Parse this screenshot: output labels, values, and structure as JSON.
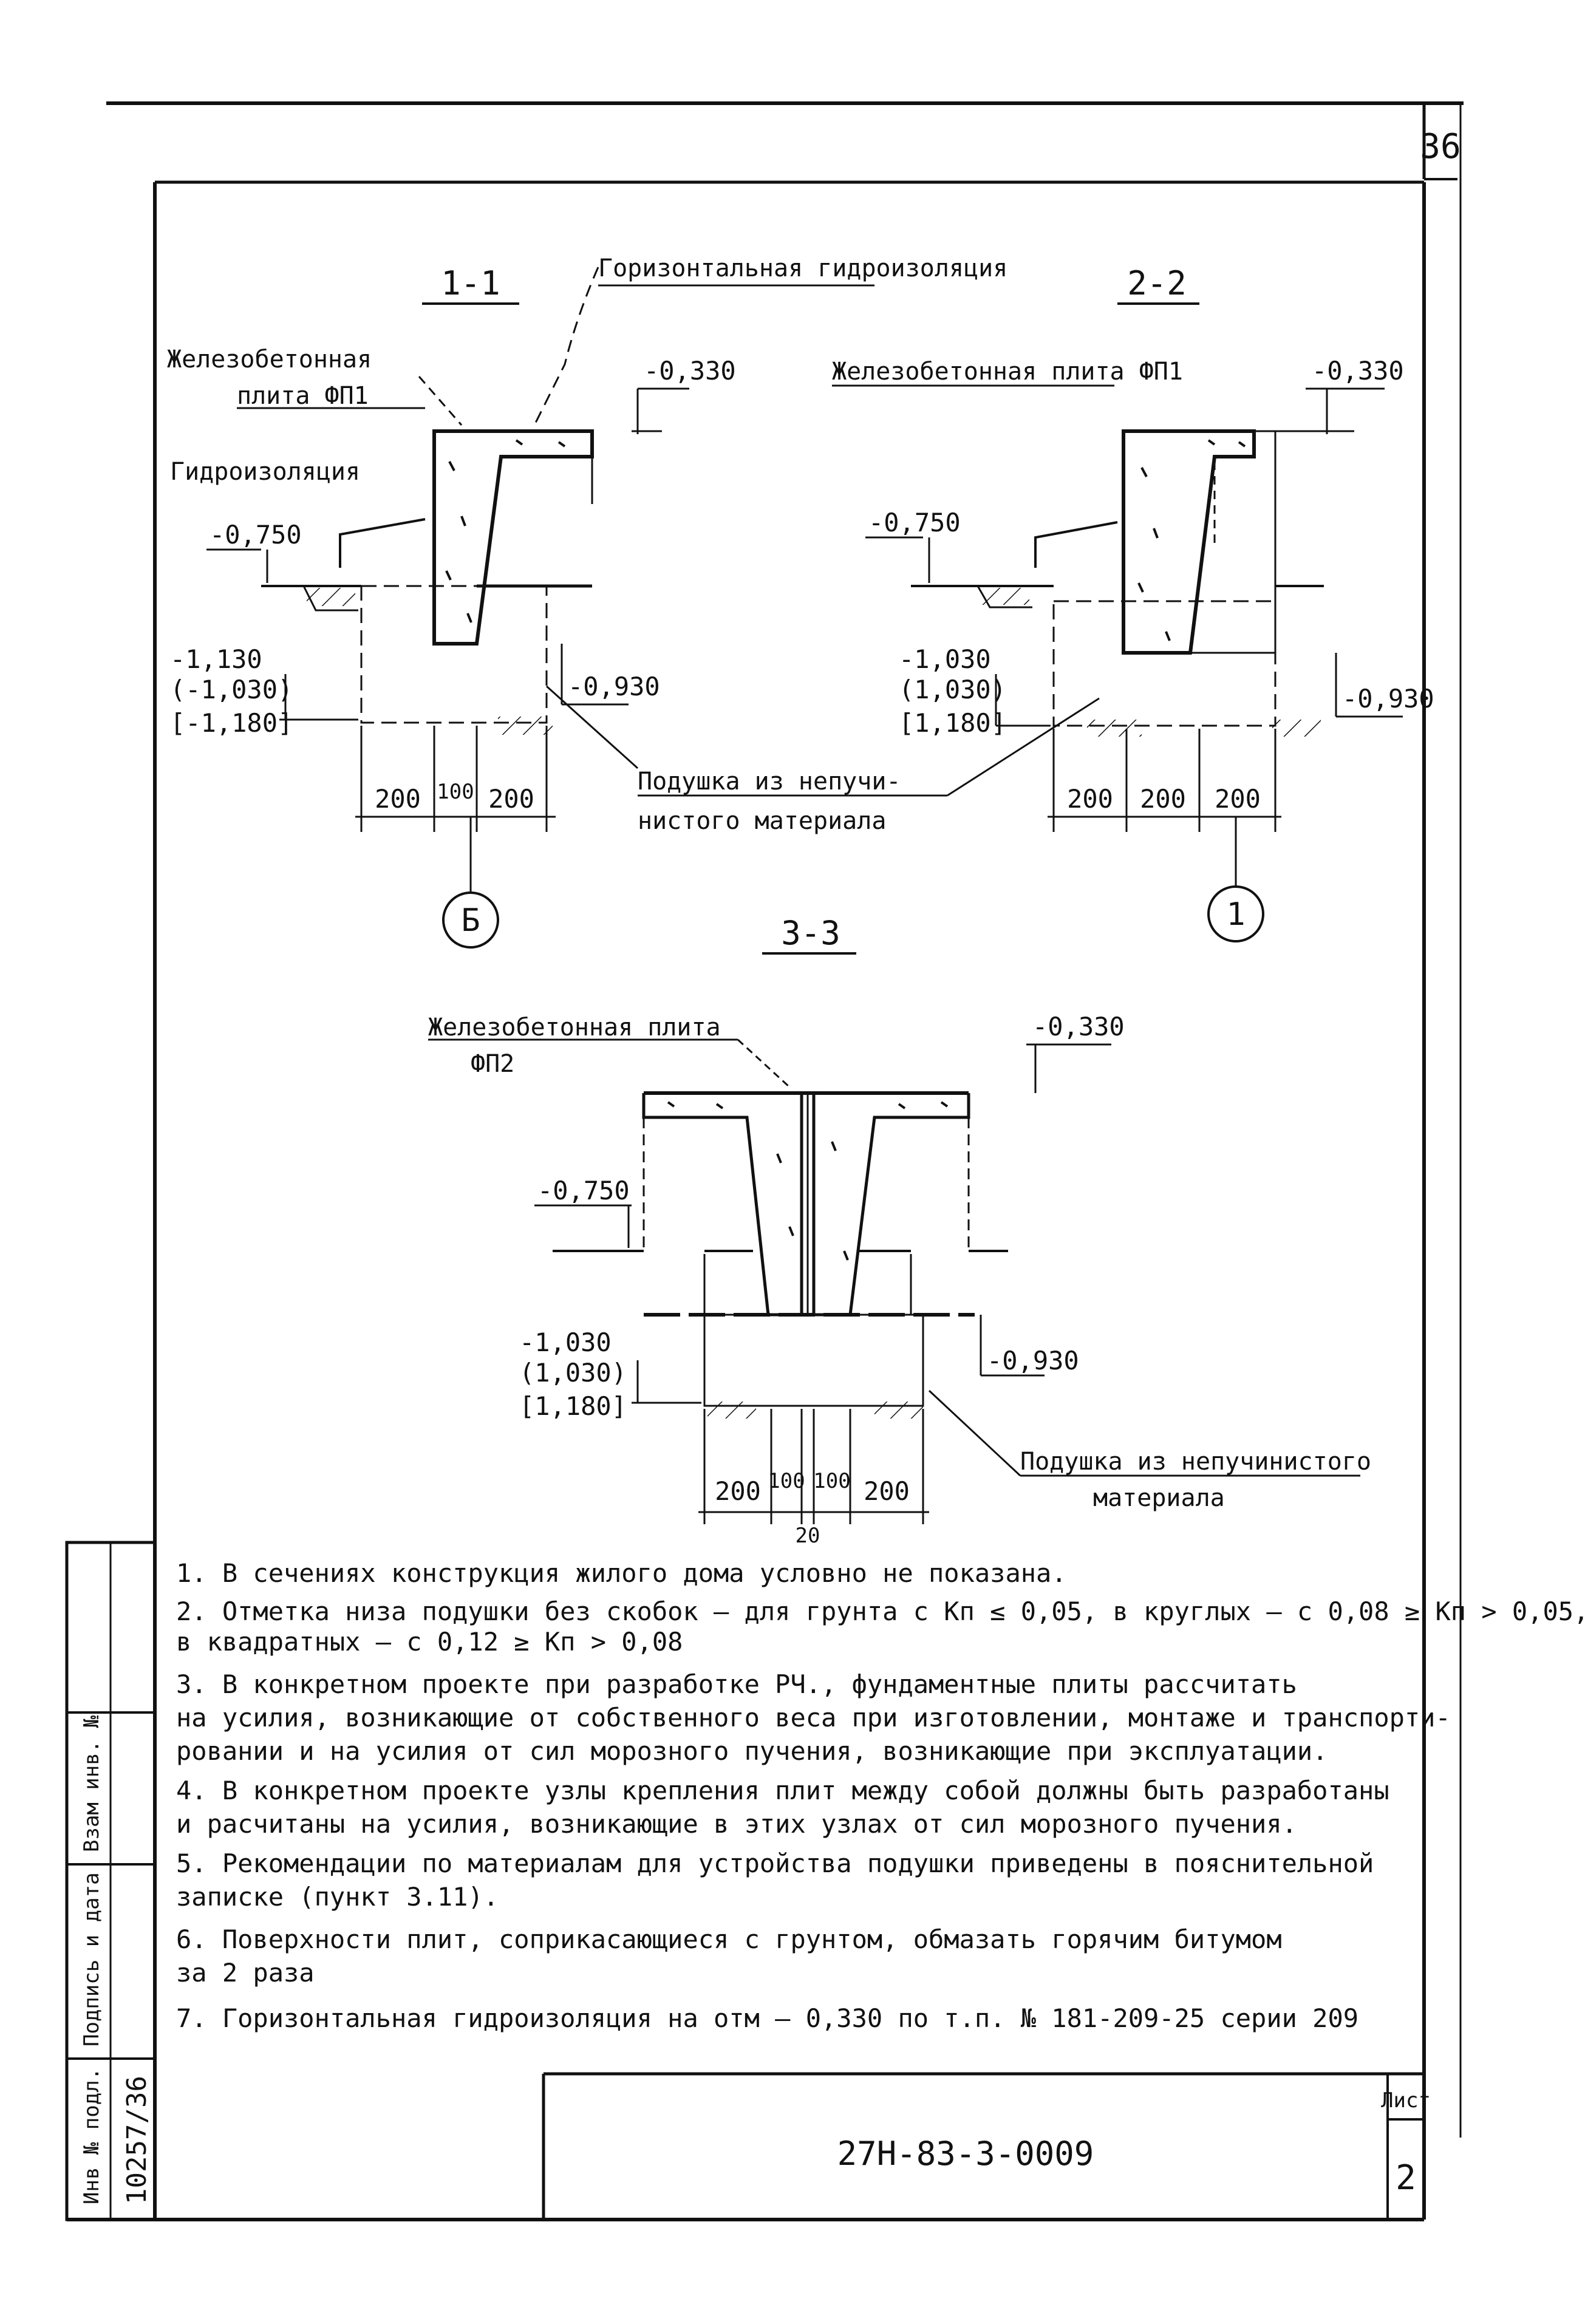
{
  "sheet": {
    "page_number": "36",
    "code": "27Н-83-3-0009",
    "list_label": "Лист",
    "list_number": "2"
  },
  "side_stamp": {
    "inv_orig": "Инв № подл.",
    "sign_date": "Подпись и дата",
    "vzam": "Взам инв. №",
    "inv_value": "10257/36"
  },
  "section1": {
    "title": "1-1",
    "label_top": "Горизонтальная гидроизоляция",
    "label_plate": [
      "Железобетонная",
      "плита ФП1"
    ],
    "label_hydro": "Гидроизоляция",
    "lev_top": "-0,330",
    "lev_ground": "-0,750",
    "lev_bottom": [
      "-1,130",
      "(-1,030)",
      "[-1,180]"
    ],
    "lev_slab": "-0,930",
    "dims": [
      "200",
      "100",
      "200"
    ],
    "axis": "Б"
  },
  "section2": {
    "title": "2-2",
    "label_plate": "Железобетонная плита ФП1",
    "lev_top": "-0,330",
    "lev_ground": "-0,750",
    "lev_bottom": [
      "-1,030",
      "(1,030)",
      "[1,180]"
    ],
    "lev_slab": "-0,930",
    "dims": [
      "200",
      "200",
      "200"
    ],
    "axis": "1"
  },
  "cushion_label": [
    "Подушка из непучи-",
    "нистого материала"
  ],
  "section3": {
    "title": "3-3",
    "label_plate": [
      "Железобетонная плита",
      "ФП2"
    ],
    "lev_top": "-0,330",
    "lev_ground": "-0,750",
    "lev_bottom": [
      "-1,030",
      "(1,030)",
      "[1,180]"
    ],
    "lev_slab": "-0,930",
    "dims": [
      "200",
      "100",
      "100",
      "200"
    ],
    "dim_gap": "20",
    "cushion_label": [
      "Подушка из непучинистого",
      "материала"
    ]
  },
  "notes": [
    "1. В сечениях конструкция жилого дома условно не показана.",
    "2. Отметка низа подушки без скобок – для грунта с Кп ≤ 0,05, в круглых – с 0,08 ≥ Кп > 0,05,",
    "   в квадратных – с 0,12 ≥ Кп > 0,08",
    "3. В конкретном проекте при разработке РЧ., фундаментные плиты рассчитать",
    "   на усилия, возникающие от собственного веса при изготовлении, монтаже и транспорти-",
    "   ровании и на усилия от сил морозного пучения, возникающие при эксплуатации.",
    "4. В конкретном проекте узлы крепления плит между собой должны быть разработаны",
    "   и расчитаны на усилия, возникающие в этих узлах от сил морозного пучения.",
    "5. Рекомендации по материалам для устройства подушки приведены в пояснительной",
    "   записке (пункт 3.11).",
    "6. Поверхности плит, соприкасающиеся с грунтом, обмазать горячим битумом",
    "   за 2 раза",
    "7. Горизонтальная гидроизоляция на отм – 0,330 по т.п. № 181-209-25 серии 209"
  ]
}
